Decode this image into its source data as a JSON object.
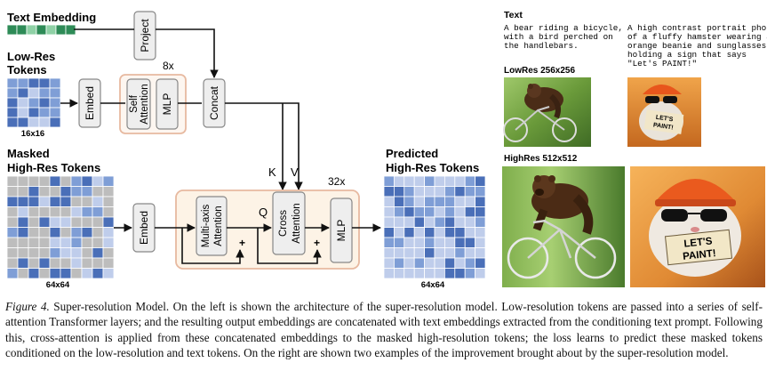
{
  "diagram": {
    "text_embedding_label": "Text Embedding",
    "project_label": "Project",
    "low_res_label_line1": "Low-Res",
    "low_res_label_line2": "Tokens",
    "low_res_size": "16x16",
    "embed_label": "Embed",
    "self_attention_line1": "Self",
    "self_attention_line2": "Attention",
    "mlp_label": "MLP",
    "repeat_low": "8x",
    "concat_label": "Concat",
    "masked_label_line1": "Masked",
    "masked_label_line2": "High-Res Tokens",
    "k_label": "K",
    "v_label": "V",
    "q_label": "Q",
    "repeat_high": "32x",
    "multi_axis_line1": "Multi-axis",
    "multi_axis_line2": "Attention",
    "cross_attention_line1": "Cross",
    "cross_attention_line2": "Attention",
    "plus_sign": "+",
    "predicted_label_line1": "Predicted",
    "predicted_label_line2": "High-Res Tokens",
    "high_res_size_left": "64x64",
    "high_res_size_right": "64x64"
  },
  "examples": {
    "text_header": "Text",
    "prompt_1": [
      "A bear riding a bicycle,",
      "with a bird perched on",
      "the handlebars."
    ],
    "prompt_2": [
      "A high contrast portrait photo",
      "of a fluffy hamster wearing an",
      "orange beanie and sunglasses",
      "holding a sign that says",
      "\"Let's PAINT!\""
    ],
    "lowres_label": "LowRes 256x256",
    "highres_label": "HighRes 512x512",
    "sign_text_line1": "LET'S",
    "sign_text_line2": "PAINT!"
  },
  "caption": {
    "label": "Figure 4.",
    "text": " Super-resolution Model.  On the left is shown the architecture of the super-resolution model.  Low-resolution tokens are passed into a series of self-attention Transformer layers; and the resulting output embeddings are concatenated with text embeddings extracted from the conditioning text prompt. Following this, cross-attention is applied from these concatenated embeddings to the masked high-resolution tokens; the loss learns to predict these masked tokens conditioned on the low-resolution and text tokens. On the right are shown two examples of the improvement brought about by the super-resolution model."
  },
  "colors": {
    "text_embed_dark": "#2e8b57",
    "text_embed_light": "#8fd1a6",
    "token_dark": "#4a6fb8",
    "token_mid": "#7f9ed6",
    "token_light": "#bfcdeb",
    "token_gray": "#bdbdbd",
    "block_fill": "#eeeeee",
    "group_border": "#e7b9a0",
    "group_fill_high": "#fdf3e6"
  }
}
